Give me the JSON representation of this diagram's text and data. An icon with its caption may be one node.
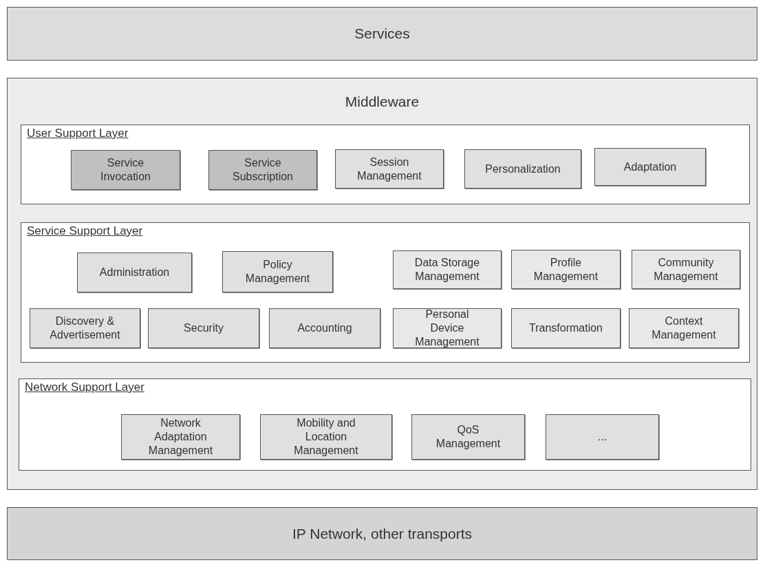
{
  "diagram": {
    "nodes": [
      {
        "text": [
          "Services"
        ]
      },
      {
        "text": [
          "Middleware"
        ]
      },
      {
        "text": [
          "User Support Layer"
        ],
        "in": 1
      },
      {
        "text": [
          "Service Invocation"
        ],
        "in": 2
      },
      {
        "text": [
          "Service Subscription"
        ],
        "in": 2
      },
      {
        "text": [
          "Session Management"
        ],
        "in": 2
      },
      {
        "text": [
          "Personalization"
        ],
        "in": 2
      },
      {
        "text": [
          "Adaptation"
        ],
        "in": 2
      },
      {
        "text": [
          "Service Support Layer"
        ],
        "in": 1
      },
      {
        "text": [
          "Administration"
        ],
        "in": 8
      },
      {
        "text": [
          "Policy Management"
        ],
        "in": 8
      },
      {
        "text": [
          "Data Storage Management"
        ],
        "in": 8
      },
      {
        "text": [
          "Profile Management"
        ],
        "in": 8
      },
      {
        "text": [
          "Community Management"
        ],
        "in": 8
      },
      {
        "text": [
          "Discovery & Advertisement"
        ],
        "in": 8
      },
      {
        "text": [
          "Security"
        ],
        "in": 8
      },
      {
        "text": [
          "Accounting"
        ],
        "in": 8
      },
      {
        "text": [
          "Personal Device Management"
        ],
        "in": 8
      },
      {
        "text": [
          "Transformation"
        ],
        "in": 8
      },
      {
        "text": [
          "Context Management"
        ],
        "in": 8
      },
      {
        "text": [
          "Network Support Layer"
        ],
        "in": 1
      },
      {
        "text": [
          "Network Adaptation Management"
        ],
        "in": 20
      },
      {
        "text": [
          "Mobility and Location Management"
        ],
        "in": 20
      },
      {
        "text": [
          "QoS Management"
        ],
        "in": 20
      },
      {
        "text": [
          "..."
        ],
        "in": 20
      },
      {
        "text": [
          "IP Network, other transports"
        ]
      }
    ]
  }
}
